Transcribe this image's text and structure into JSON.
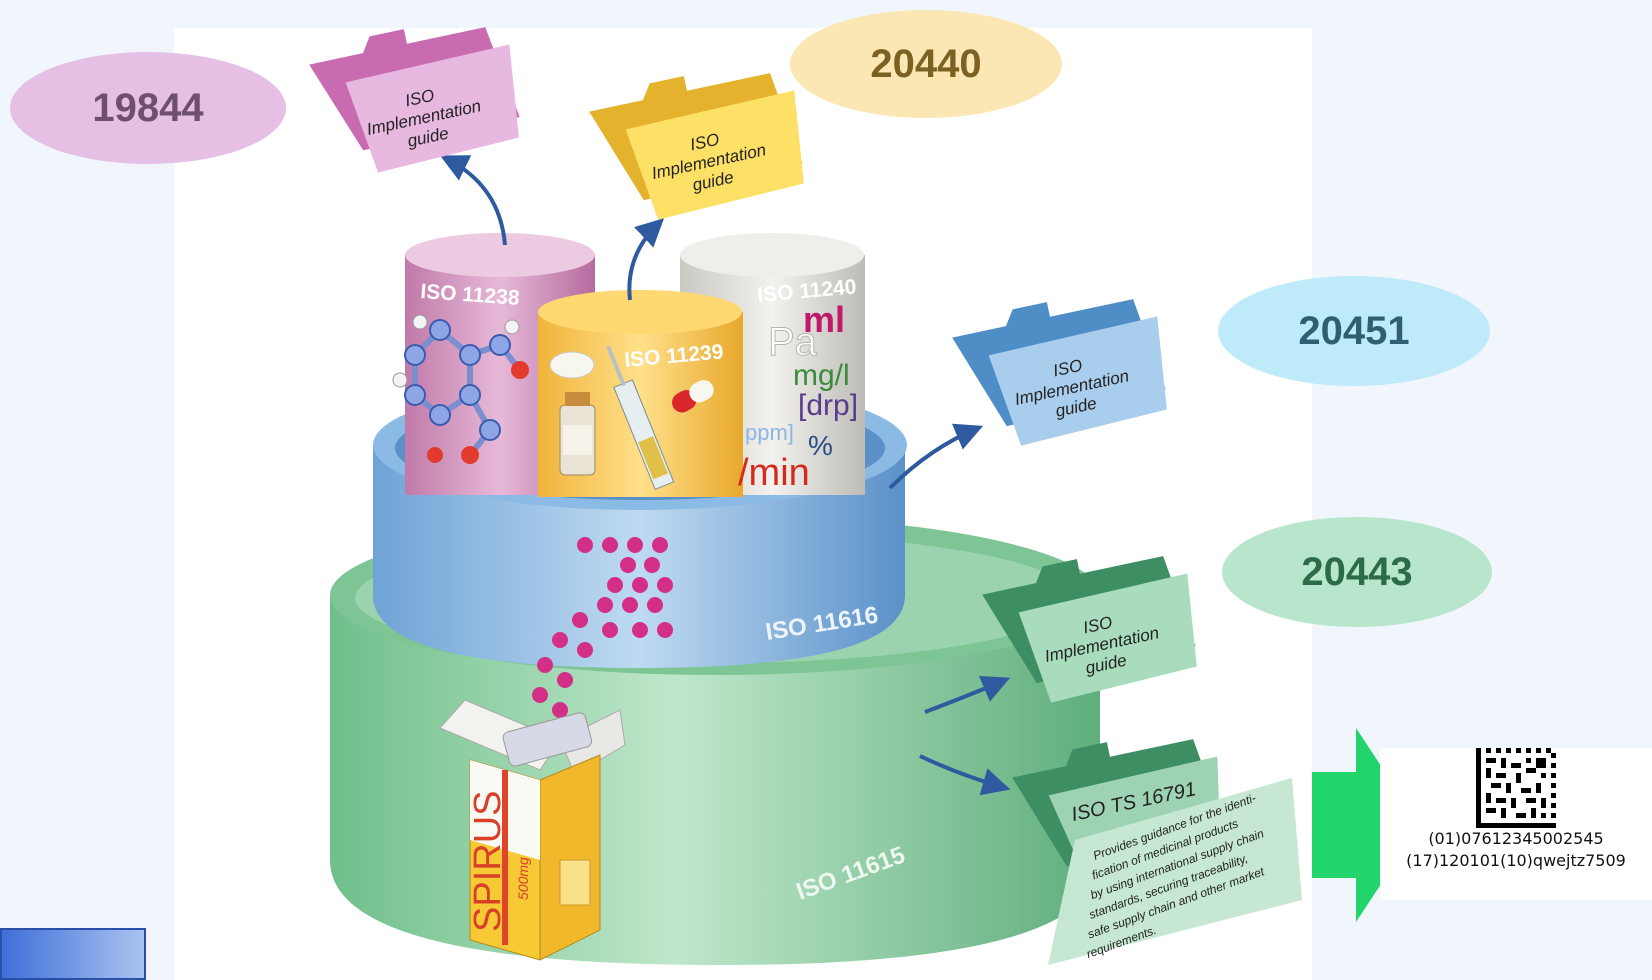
{
  "ovals": {
    "o19844": "19844",
    "o20440": "20440",
    "o20451": "20451",
    "o20443": "20443"
  },
  "cylinders": {
    "c11238": "ISO 11238",
    "c11239": "ISO 11239",
    "c11240": "ISO 11240",
    "c11616": "ISO 11616",
    "c11615": "ISO 11615"
  },
  "units": [
    "ml",
    "Pa",
    "mg/l",
    "[drp]",
    "ppm]",
    "%",
    "/min"
  ],
  "folders": {
    "iso_label": "ISO",
    "impl_line1": "Implementation",
    "impl_line2": "guide",
    "ts_title": "ISO TS 16791",
    "ts_desc_lines": [
      "Provides guidance for the identi-",
      "fication of medicinal products",
      "by using international supply chain",
      "standards, securing traceability,",
      "safe supply chain and other market",
      "requirements."
    ]
  },
  "package": {
    "brand": "SPIRUS",
    "dose": "500mg"
  },
  "barcode": {
    "line1": "(01)07612345002545",
    "line2": "(17)120101(10)qwejtz7509"
  },
  "colors": {
    "pink": "#e6bfe5",
    "yellow": "#fbe7b3",
    "blue": "#bfeaf9",
    "green": "#b8e6cc",
    "arrow_green": "#21d46c",
    "arrow_blue": "#2f5aa0"
  }
}
